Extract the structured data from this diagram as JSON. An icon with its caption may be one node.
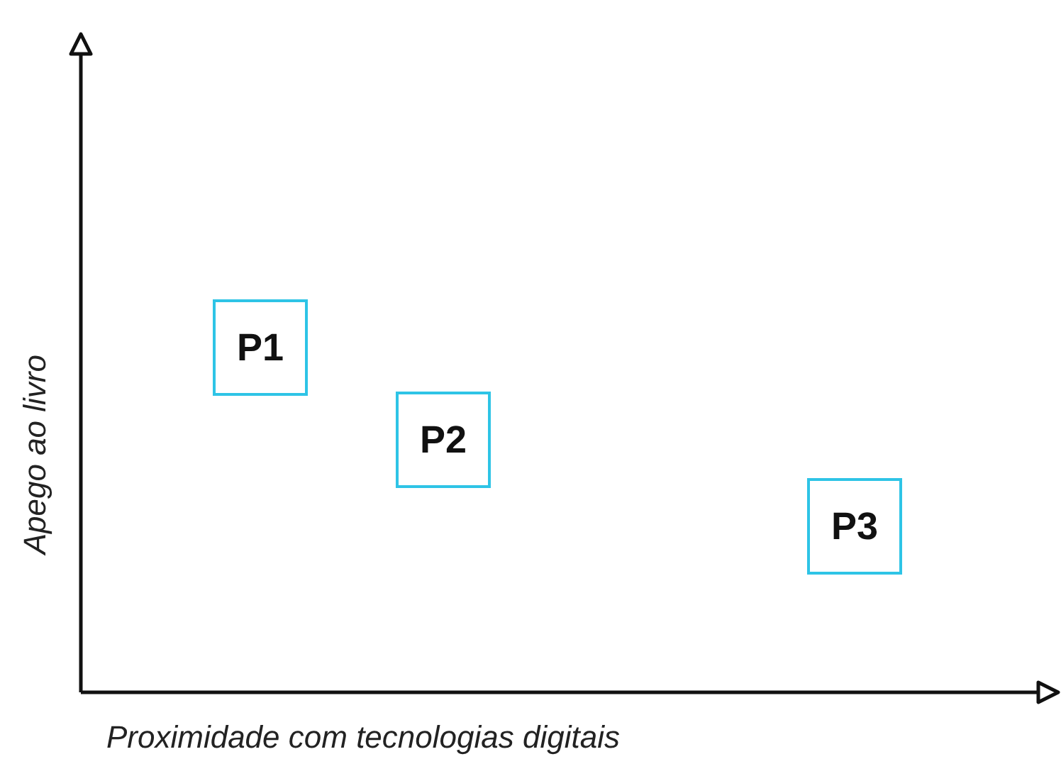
{
  "diagram": {
    "nodes": [
      {
        "text": [
          "P1"
        ]
      },
      {
        "text": [
          "P2"
        ]
      },
      {
        "text": [
          "P3"
        ]
      }
    ],
    "labels": [
      "Proximidade com tecnologias digitais",
      "Apego ao livro"
    ]
  }
}
